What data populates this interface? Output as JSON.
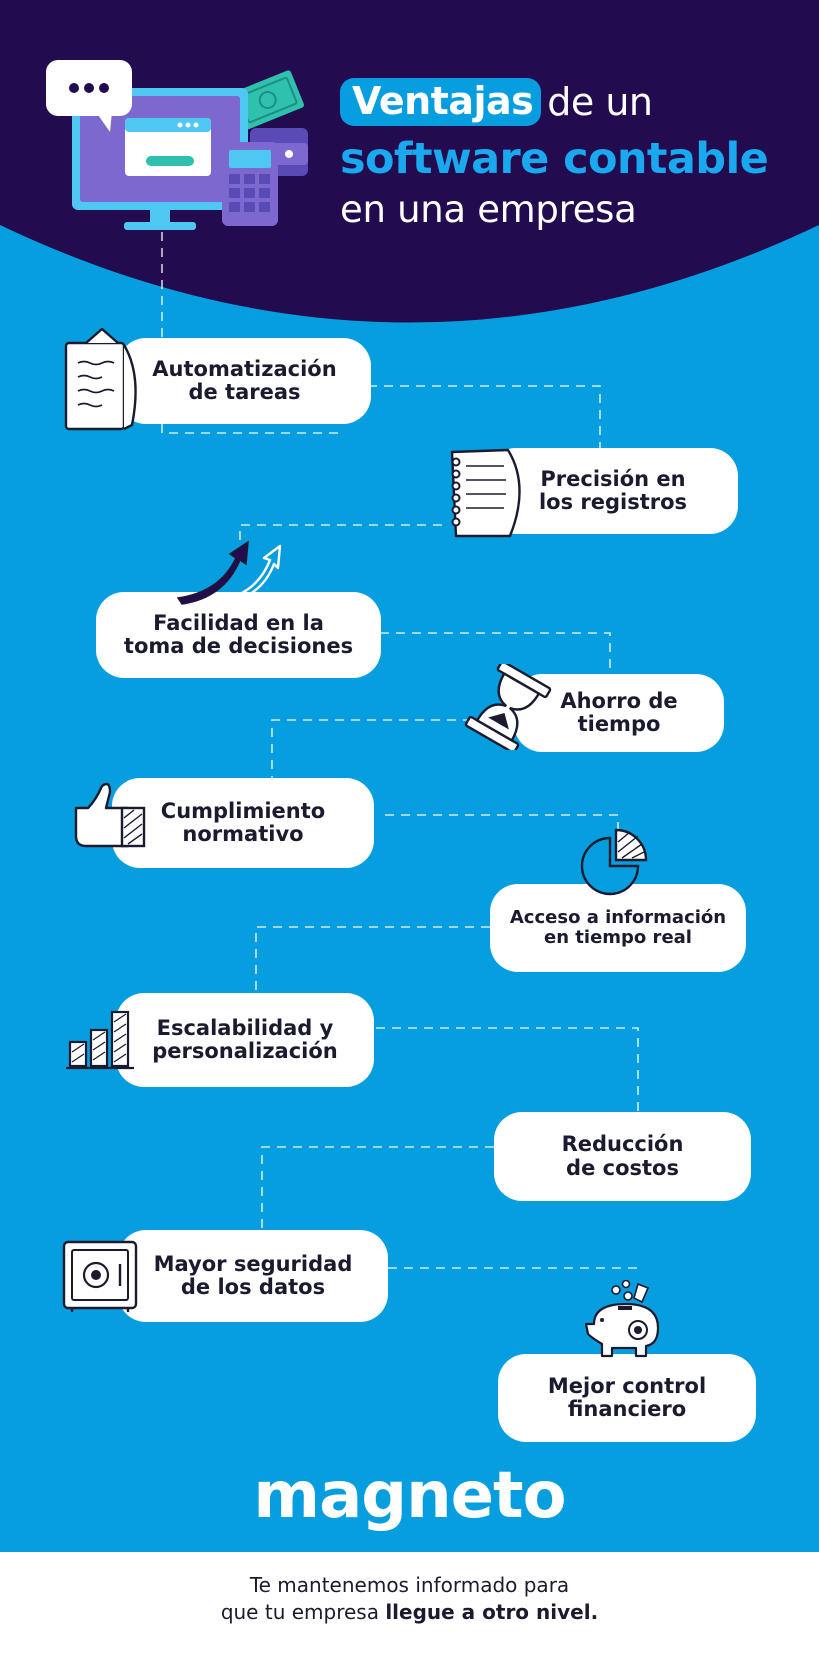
{
  "header": {
    "title_highlight": "Ventajas",
    "title_rest": "de un",
    "title_line2": "software contable",
    "title_line3": "en una empresa"
  },
  "benefits": [
    {
      "label": "Automatización\nde tareas",
      "icon": "clipboard-icon"
    },
    {
      "label": "Precisión en\nlos registros",
      "icon": "notepad-icon"
    },
    {
      "label": "Facilidad en la\ntoma de decisiones",
      "icon": "growth-arrows-icon"
    },
    {
      "label": "Ahorro de\ntiempo",
      "icon": "hourglass-icon"
    },
    {
      "label": "Cumplimiento\nnormativo",
      "icon": "thumbs-up-icon"
    },
    {
      "label": "Acceso a información\nen tiempo real",
      "icon": "pie-chart-icon"
    },
    {
      "label": "Escalabilidad y\npersonalización",
      "icon": "bar-chart-icon"
    },
    {
      "label": "Reducción\nde costos",
      "icon": ""
    },
    {
      "label": "Mayor seguridad\nde los datos",
      "icon": "safe-icon"
    },
    {
      "label": "Mejor control\nfinanciero",
      "icon": "piggy-bank-icon"
    }
  ],
  "brand": {
    "logo": "magneto"
  },
  "footer": {
    "line1": "Te mantenemos informado para",
    "line2_normal": "que tu empresa ",
    "line2_bold": "llegue a otro nivel."
  },
  "colors": {
    "dark_navy": "#230b4f",
    "blue": "#079ee0",
    "light_blue": "#1aa8ee",
    "card": "#ffffff",
    "text": "#1b1b2f"
  }
}
